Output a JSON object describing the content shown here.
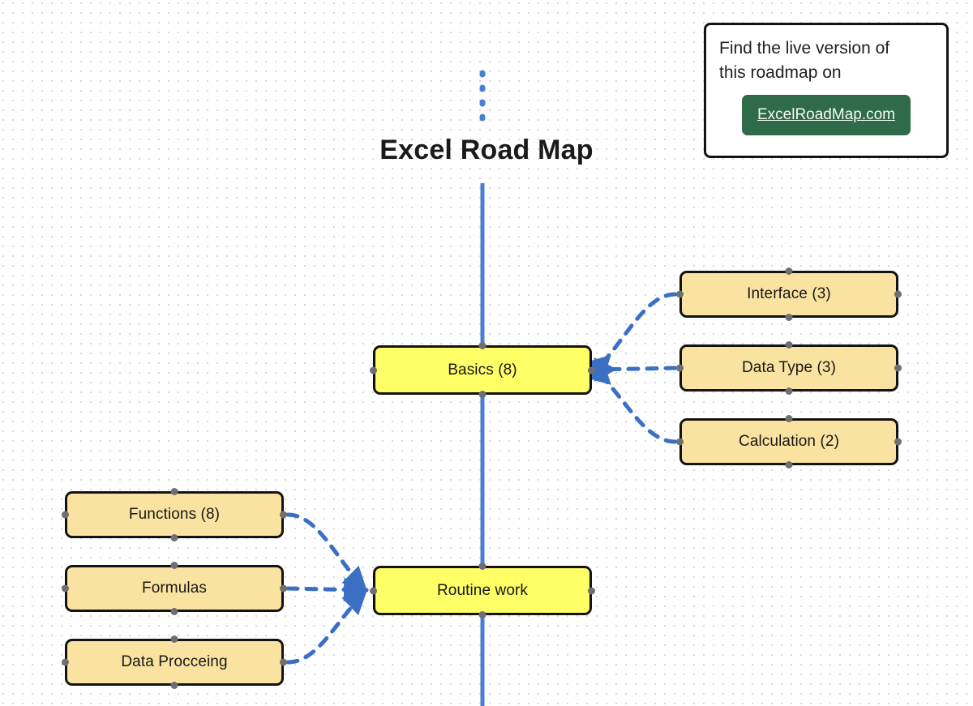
{
  "page": {
    "title": "Excel Road Map",
    "background": "#ffffff",
    "grid_dot_color": "#d8d8dd"
  },
  "colors": {
    "primary_node": "#ffff66",
    "secondary_node": "#fae3a0",
    "node_border": "#131313",
    "connector": "#3a6fc4",
    "spine": "#4a7fd4",
    "cta_green": "#2f6b48",
    "handle": "#6e6e73"
  },
  "spine": {
    "name": "vertical-timeline",
    "dotted_top": true,
    "solid_bottom": true
  },
  "nodes": {
    "basics": {
      "label": "Basics (8)",
      "type": "primary"
    },
    "routine_work": {
      "label": "Routine work",
      "type": "primary"
    },
    "interface": {
      "label": "Interface (3)",
      "type": "secondary"
    },
    "data_type": {
      "label": "Data Type (3)",
      "type": "secondary"
    },
    "calculation": {
      "label": "Calculation (2)",
      "type": "secondary"
    },
    "functions": {
      "label": "Functions (8)",
      "type": "secondary"
    },
    "formulas": {
      "label": "Formulas",
      "type": "secondary"
    },
    "data_procceing": {
      "label": "Data Procceing",
      "type": "secondary"
    }
  },
  "callout": {
    "line1": "Find the live version of",
    "line2": "this roadmap on",
    "cta_label": "ExcelRoadMap.com"
  }
}
